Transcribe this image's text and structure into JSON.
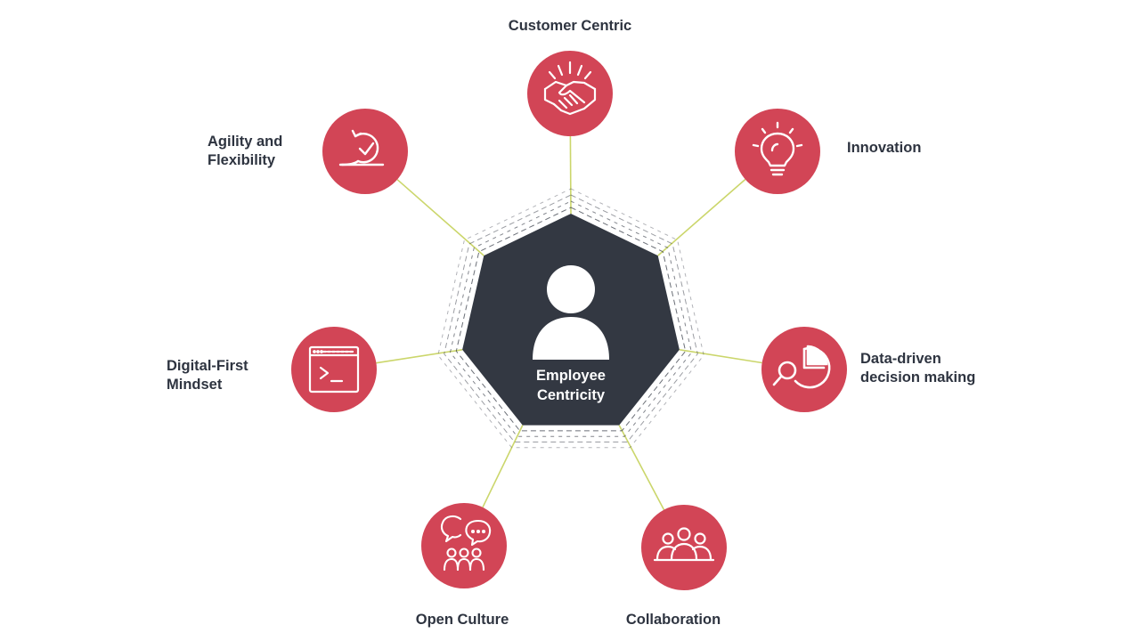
{
  "center": {
    "line1": "Employee",
    "line2": "Centricity",
    "icon": "person-icon"
  },
  "nodes": [
    {
      "id": "customer-centric",
      "lines": [
        "Customer Centric"
      ],
      "icon": "handshake-icon"
    },
    {
      "id": "innovation",
      "lines": [
        "Innovation"
      ],
      "icon": "lightbulb-icon"
    },
    {
      "id": "data-driven",
      "lines": [
        "Data-driven",
        "decision making"
      ],
      "icon": "analytics-icon"
    },
    {
      "id": "collaboration",
      "lines": [
        "Collaboration"
      ],
      "icon": "team-icon"
    },
    {
      "id": "open-culture",
      "lines": [
        "Open Culture"
      ],
      "icon": "chat-group-icon"
    },
    {
      "id": "digital-first",
      "lines": [
        "Digital-First",
        "Mindset"
      ],
      "icon": "terminal-window-icon"
    },
    {
      "id": "agility",
      "lines": [
        "Agility and",
        "Flexibility"
      ],
      "icon": "sprint-cycle-icon"
    }
  ],
  "colors": {
    "node_fill": "#d24556",
    "hub_fill": "#333842",
    "connector": "#cbd66b",
    "text": "#2e3440",
    "ring_dash": "#3a3f4a"
  }
}
